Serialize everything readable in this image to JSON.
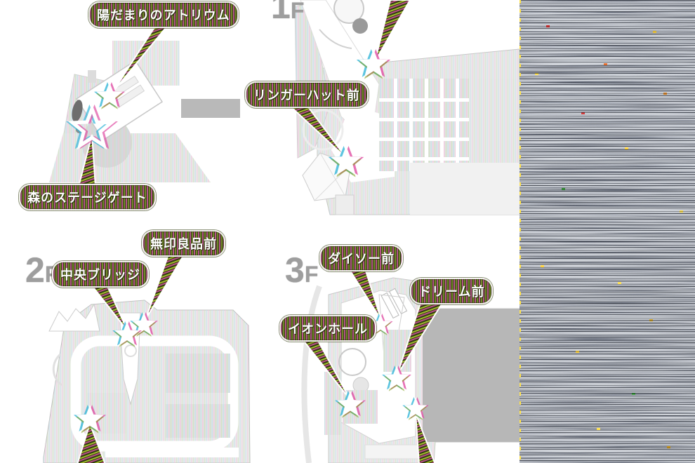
{
  "palette": {
    "bubble_stripe_pink": "#b5538a",
    "bubble_stripe_green": "#74862a",
    "bubble_stripe_dark": "#314010",
    "map_gray": "#ececec",
    "dark_block_gray": "#b7b7b7",
    "floor_label_gray": "#9e9e9e",
    "noise_strip_top": "#dfe6ee",
    "noise_strip_dark": "#3f444c",
    "leader_magenta": "#bb4f86",
    "leader_green": "#a2b92e"
  },
  "icons": {
    "star_marker": "five-point-star",
    "star_marker_outline": "five-point-star-outline"
  },
  "floor_labels": [
    {
      "num": "1",
      "suffix": "F"
    },
    {
      "num": "2",
      "suffix": "F"
    },
    {
      "num": "3",
      "suffix": "F"
    }
  ],
  "location_labels": [
    {
      "text": "陽だまりのアトリウム",
      "floor": "1F"
    },
    {
      "text": "森のステージゲート",
      "floor": "1F"
    },
    {
      "text": "リンガーハット前",
      "floor": "1F"
    },
    {
      "text": "無印良品前",
      "floor": "2F"
    },
    {
      "text": "中央ブリッジ",
      "floor": "2F"
    },
    {
      "text": "ダイソー前",
      "floor": "3F"
    },
    {
      "text": "ドリーム前",
      "floor": "3F"
    },
    {
      "text": "イオンホール",
      "floor": "3F"
    }
  ]
}
